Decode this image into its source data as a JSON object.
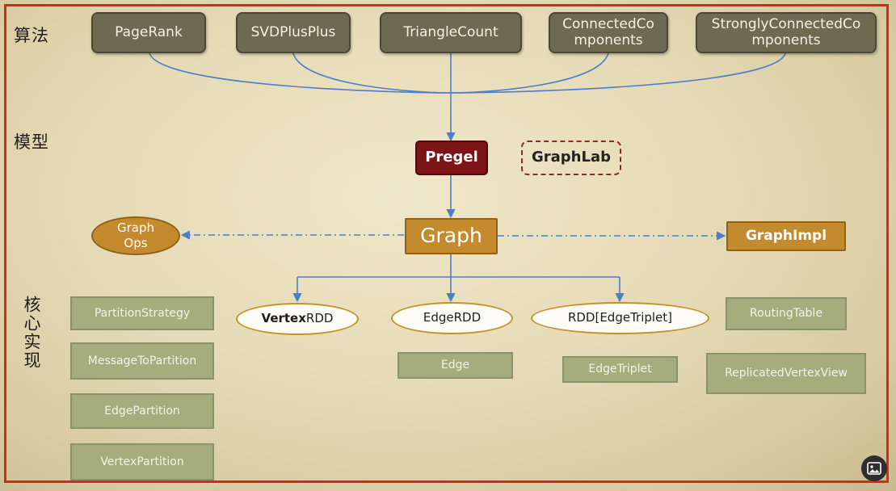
{
  "labels": {
    "algorithm": "算法",
    "model": "模型",
    "core_impl": "核心实现"
  },
  "algorithms": [
    {
      "label": "PageRank"
    },
    {
      "label": "SVDPlusPlus"
    },
    {
      "label": "TriangleCount"
    },
    {
      "label": "ConnectedCo mponents"
    },
    {
      "label": "StronglyConnectedCo mponents"
    }
  ],
  "models": {
    "pregel": "Pregel",
    "graphlab": "GraphLab"
  },
  "graph_layer": {
    "graph": "Graph",
    "graph_ops": "Graph Ops",
    "graph_impl": "GraphImpl"
  },
  "rdds": {
    "vertex_rdd_prefix": "Vertex",
    "vertex_rdd_suffix": "RDD",
    "edge_rdd": "EdgeRDD",
    "triplet_rdd": "RDD[EdgeTriplet]"
  },
  "impl_left": [
    "PartitionStrategy",
    "MessageToPartition",
    "EdgePartition",
    "VertexPartition"
  ],
  "impl_mid": {
    "edge": "Edge",
    "edge_triplet": "EdgeTriplet"
  },
  "impl_right": [
    "RoutingTable",
    "ReplicatedVertexView"
  ],
  "colors": {
    "frame": "#d8281e",
    "connector": "#4f7dc9",
    "algo": "#6e6a52",
    "pregel": "#7d1416",
    "graph": "#c48a2e",
    "impl": "#a5ad7d"
  },
  "icons": {
    "image_badge": "image-icon"
  }
}
